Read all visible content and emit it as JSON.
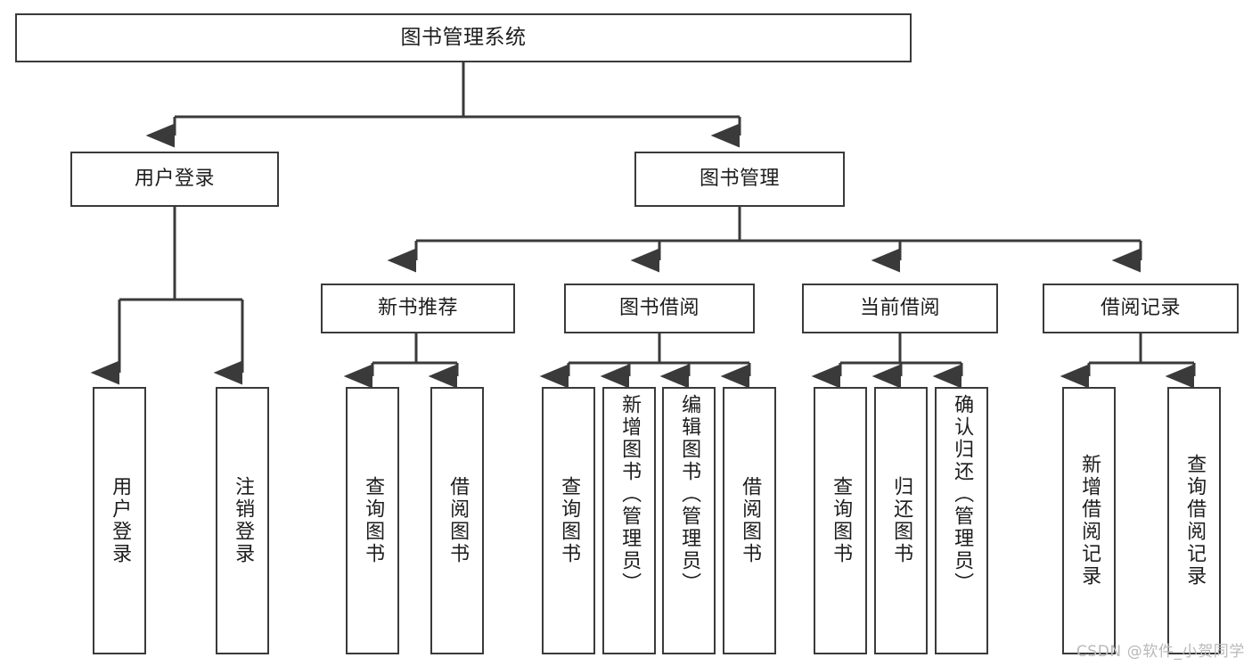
{
  "diagram": {
    "title": "图书管理系统",
    "type": "functional-structure-tree",
    "root": {
      "id": "root",
      "label": "图书管理系统"
    },
    "level2": [
      {
        "id": "user-login",
        "label": "用户登录"
      },
      {
        "id": "book-manage",
        "label": "图书管理"
      }
    ],
    "level3": [
      {
        "id": "new-book-rec",
        "label": "新书推荐"
      },
      {
        "id": "book-borrow",
        "label": "图书借阅"
      },
      {
        "id": "current-borrow",
        "label": "当前借阅"
      },
      {
        "id": "borrow-record",
        "label": "借阅记录"
      }
    ],
    "leaves": {
      "user_login": [
        {
          "id": "leaf-user-login",
          "label": "用户登录"
        },
        {
          "id": "leaf-logout-login",
          "label": "注销登录"
        }
      ],
      "new_book_rec": [
        {
          "id": "leaf-query-book-1",
          "label": "查询图书"
        },
        {
          "id": "leaf-borrow-book-1",
          "label": "借阅图书"
        }
      ],
      "book_borrow": [
        {
          "id": "leaf-query-book-2",
          "label": "查询图书"
        },
        {
          "id": "leaf-add-book",
          "label": "新增图书（管理员）"
        },
        {
          "id": "leaf-edit-book",
          "label": "编辑图书（管理员）"
        },
        {
          "id": "leaf-borrow-book-2",
          "label": "借阅图书"
        }
      ],
      "current_borrow": [
        {
          "id": "leaf-query-book-3",
          "label": "查询图书"
        },
        {
          "id": "leaf-return-book",
          "label": "归还图书"
        },
        {
          "id": "leaf-confirm-return",
          "label": "确认归还（管理员）"
        }
      ],
      "borrow_record": [
        {
          "id": "leaf-add-record",
          "label": "新增借阅记录"
        },
        {
          "id": "leaf-query-record",
          "label": "查询借阅记录"
        }
      ]
    }
  },
  "watermark": {
    "text": "CSDN @软件_小贺同学"
  },
  "colors": {
    "stroke": "#3a3a3a",
    "fill": "#ffffff",
    "text": "#1d1d1d",
    "watermark": "#b9b9b9"
  }
}
